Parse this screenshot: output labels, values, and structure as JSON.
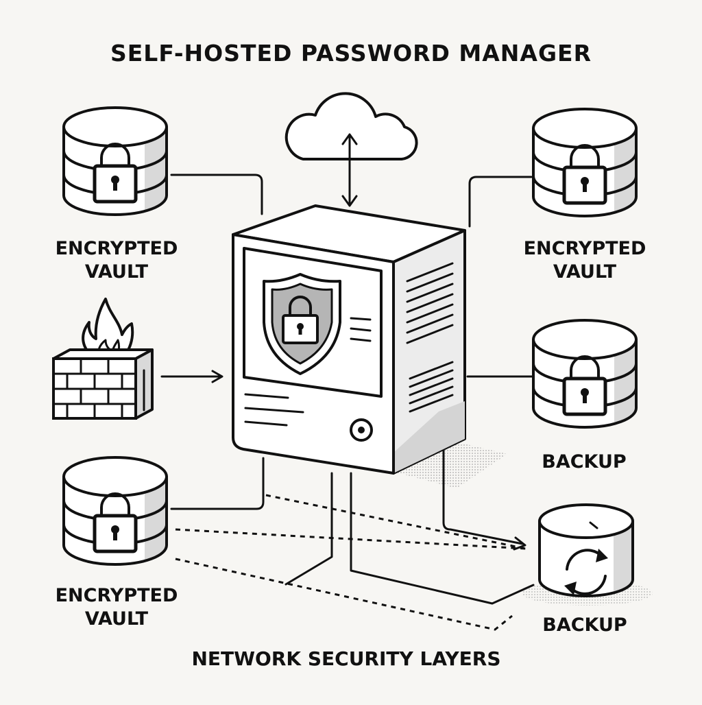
{
  "title": "SELF-HOSTED PASSWORD MANAGER",
  "labels": {
    "vault_top_left": [
      "ENCRYPTED",
      "VAULT"
    ],
    "vault_top_right": [
      "ENCRYPTED",
      "VAULT"
    ],
    "vault_bottom_left": [
      "ENCRYPTED",
      "VAULT"
    ],
    "backup_mid_right": "BACKUP",
    "backup_bottom_right": "BACKUP"
  },
  "footer": "NETWORK SECURITY LAYERS",
  "icons": [
    "database-lock-icon",
    "cloud-icon",
    "firewall-icon",
    "server-icon",
    "shield-lock-icon",
    "backup-sync-icon"
  ],
  "colors": {
    "stroke": "#111111",
    "background": "#f7f6f3",
    "shade": "#d9d9d9",
    "shield_fill": "#b5b5b5"
  }
}
